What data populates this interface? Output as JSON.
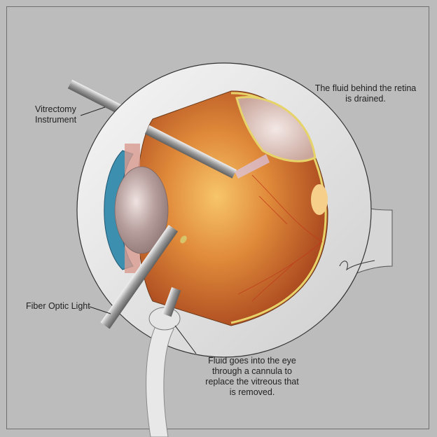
{
  "figure": {
    "subject": "Vitrectomy procedure - cross-section of the eye",
    "background_color": "#bcbcbc",
    "border_color": "#6f6f6f"
  },
  "labels": {
    "vitrectomy_instrument": {
      "line1": "Vitrectomy",
      "line2": "Instrument"
    },
    "fluid_drained": {
      "line1": "The fluid behind the retina",
      "line2": "is drained."
    },
    "fiber_optic": {
      "text": "Fiber Optic Light"
    },
    "fluid_cannula": {
      "line1": "Fluid goes into the eye",
      "line2": "through a cannula to",
      "line3": "replace the vitreous that",
      "line4": "is removed."
    }
  },
  "colors": {
    "sclera": "#e4e4e4",
    "interior": "#c8662a",
    "interior_light": "#f0b258",
    "retina_line": "#e6d36a",
    "cornea_iris": "#3d8fb0",
    "lens": "#b49a98",
    "instrument": "#a9a9a9"
  }
}
